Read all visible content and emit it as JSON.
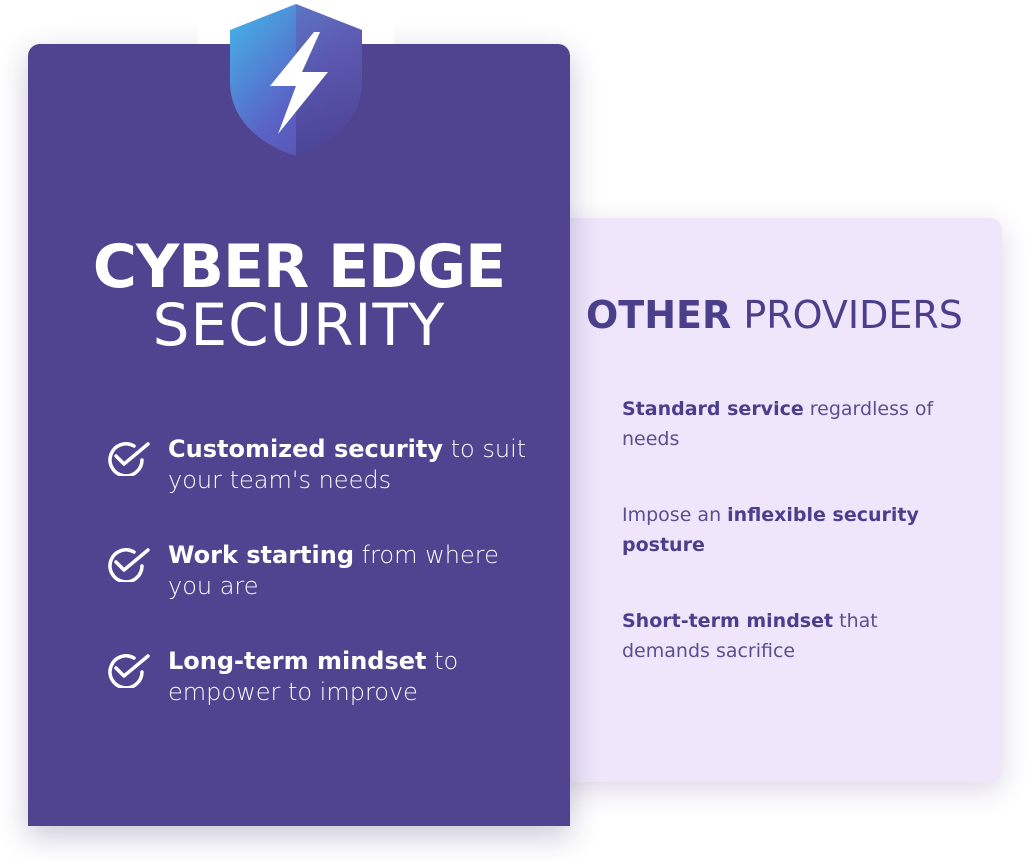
{
  "brand": {
    "line1": "CYBER EDGE",
    "line2": "SECURITY",
    "logo_icon": "shield-lightning-icon",
    "card_color": "#50438f"
  },
  "benefits": [
    {
      "icon": "check-circle-icon",
      "bold": "Customized security",
      "rest": " to suit your team's  needs"
    },
    {
      "icon": "check-circle-icon",
      "bold": "Work starting",
      "rest": " from where you are"
    },
    {
      "icon": "check-circle-icon",
      "bold": "Long-term mindset",
      "rest": " to empower to improve"
    }
  ],
  "other": {
    "title_bold": "OTHER",
    "title_rest": " PROVIDERS",
    "card_color": "#efe6fb",
    "items": [
      {
        "pre": "",
        "bold": "Standard service",
        "post": " regardless of needs"
      },
      {
        "pre": "Impose an ",
        "bold": "inflexible security posture",
        "post": ""
      },
      {
        "pre": "",
        "bold": "Short-term mindset",
        "post": " that demands sacrifice"
      }
    ]
  }
}
